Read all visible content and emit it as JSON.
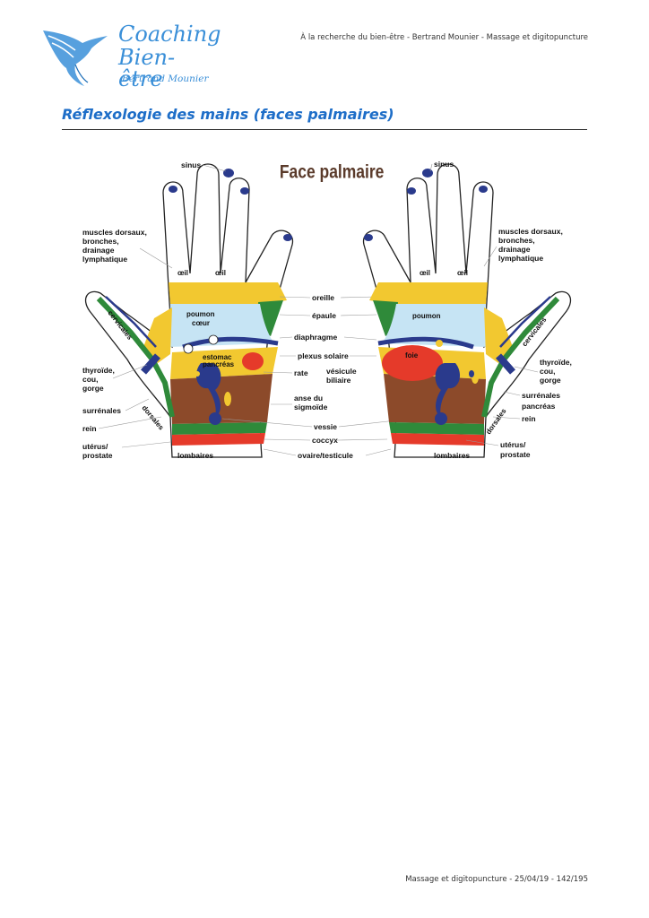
{
  "header": {
    "logo": {
      "line1": "Coaching",
      "line2": "Bien-être",
      "line3": "Bertrand Mounier",
      "color": "#3a8fd8"
    },
    "right_text": "À la recherche du bien-être - Bertrand Mounier - Massage et digitopuncture"
  },
  "page_title": "Réflexologie des mains (faces palmaires)",
  "diagram": {
    "title": "Face palmaire",
    "left_labels": {
      "sinus": "sinus",
      "muscles1": "muscles dorsaux,",
      "muscles2": "bronches,",
      "muscles3": "drainage",
      "muscles4": "lymphatique",
      "cervicales": "cervicales",
      "thyroide1": "thyroïde,",
      "thyroide2": "cou,",
      "thyroide3": "gorge",
      "surrenales": "surrénales",
      "dorsales": "dorsales",
      "rein": "rein",
      "uterus1": "utérus/",
      "uterus2": "prostate",
      "lombaires": "lombaires",
      "oeil_a": "œil",
      "oeil_b": "œil",
      "poumon": "poumon",
      "coeur": "cœur",
      "estomac": "estomac",
      "pancreas": "pancréas"
    },
    "center_labels": {
      "oreille": "oreille",
      "epaule": "épaule",
      "diaphragme": "diaphragme",
      "plexus": "plexus solaire",
      "rate": "rate",
      "vesicule1": "vésicule",
      "vesicule2": "biliaire",
      "anse1": "anse du",
      "anse2": "sigmoïde",
      "vessie": "vessie",
      "coccyx": "coccyx",
      "ovaire": "ovaire/testicule"
    },
    "right_labels": {
      "sinus": "sinus",
      "muscles1": "muscles dorsaux,",
      "muscles2": "bronches,",
      "muscles3": "drainage",
      "muscles4": "lymphatique",
      "cervicales": "cervicales",
      "thyroide1": "thyroïde,",
      "thyroide2": "cou,",
      "thyroide3": "gorge",
      "surrenales": "surrénales",
      "pancreas": "pancréas",
      "rein": "rein",
      "dorsales": "dorsales",
      "uterus1": "utérus/",
      "uterus2": "prostate",
      "lombaires": "lombaires",
      "oeil_a": "œil",
      "oeil_b": "œil",
      "poumon": "poumon",
      "foie": "foie"
    },
    "colors": {
      "yellow": "#f2c830",
      "light_blue": "#c6e4f4",
      "dark_blue": "#2a3a8c",
      "green": "#2f8a3a",
      "brown": "#8c4a2a",
      "red": "#e53a2a"
    }
  },
  "footer": "Massage et digitopuncture - 25/04/19 - 142/195"
}
